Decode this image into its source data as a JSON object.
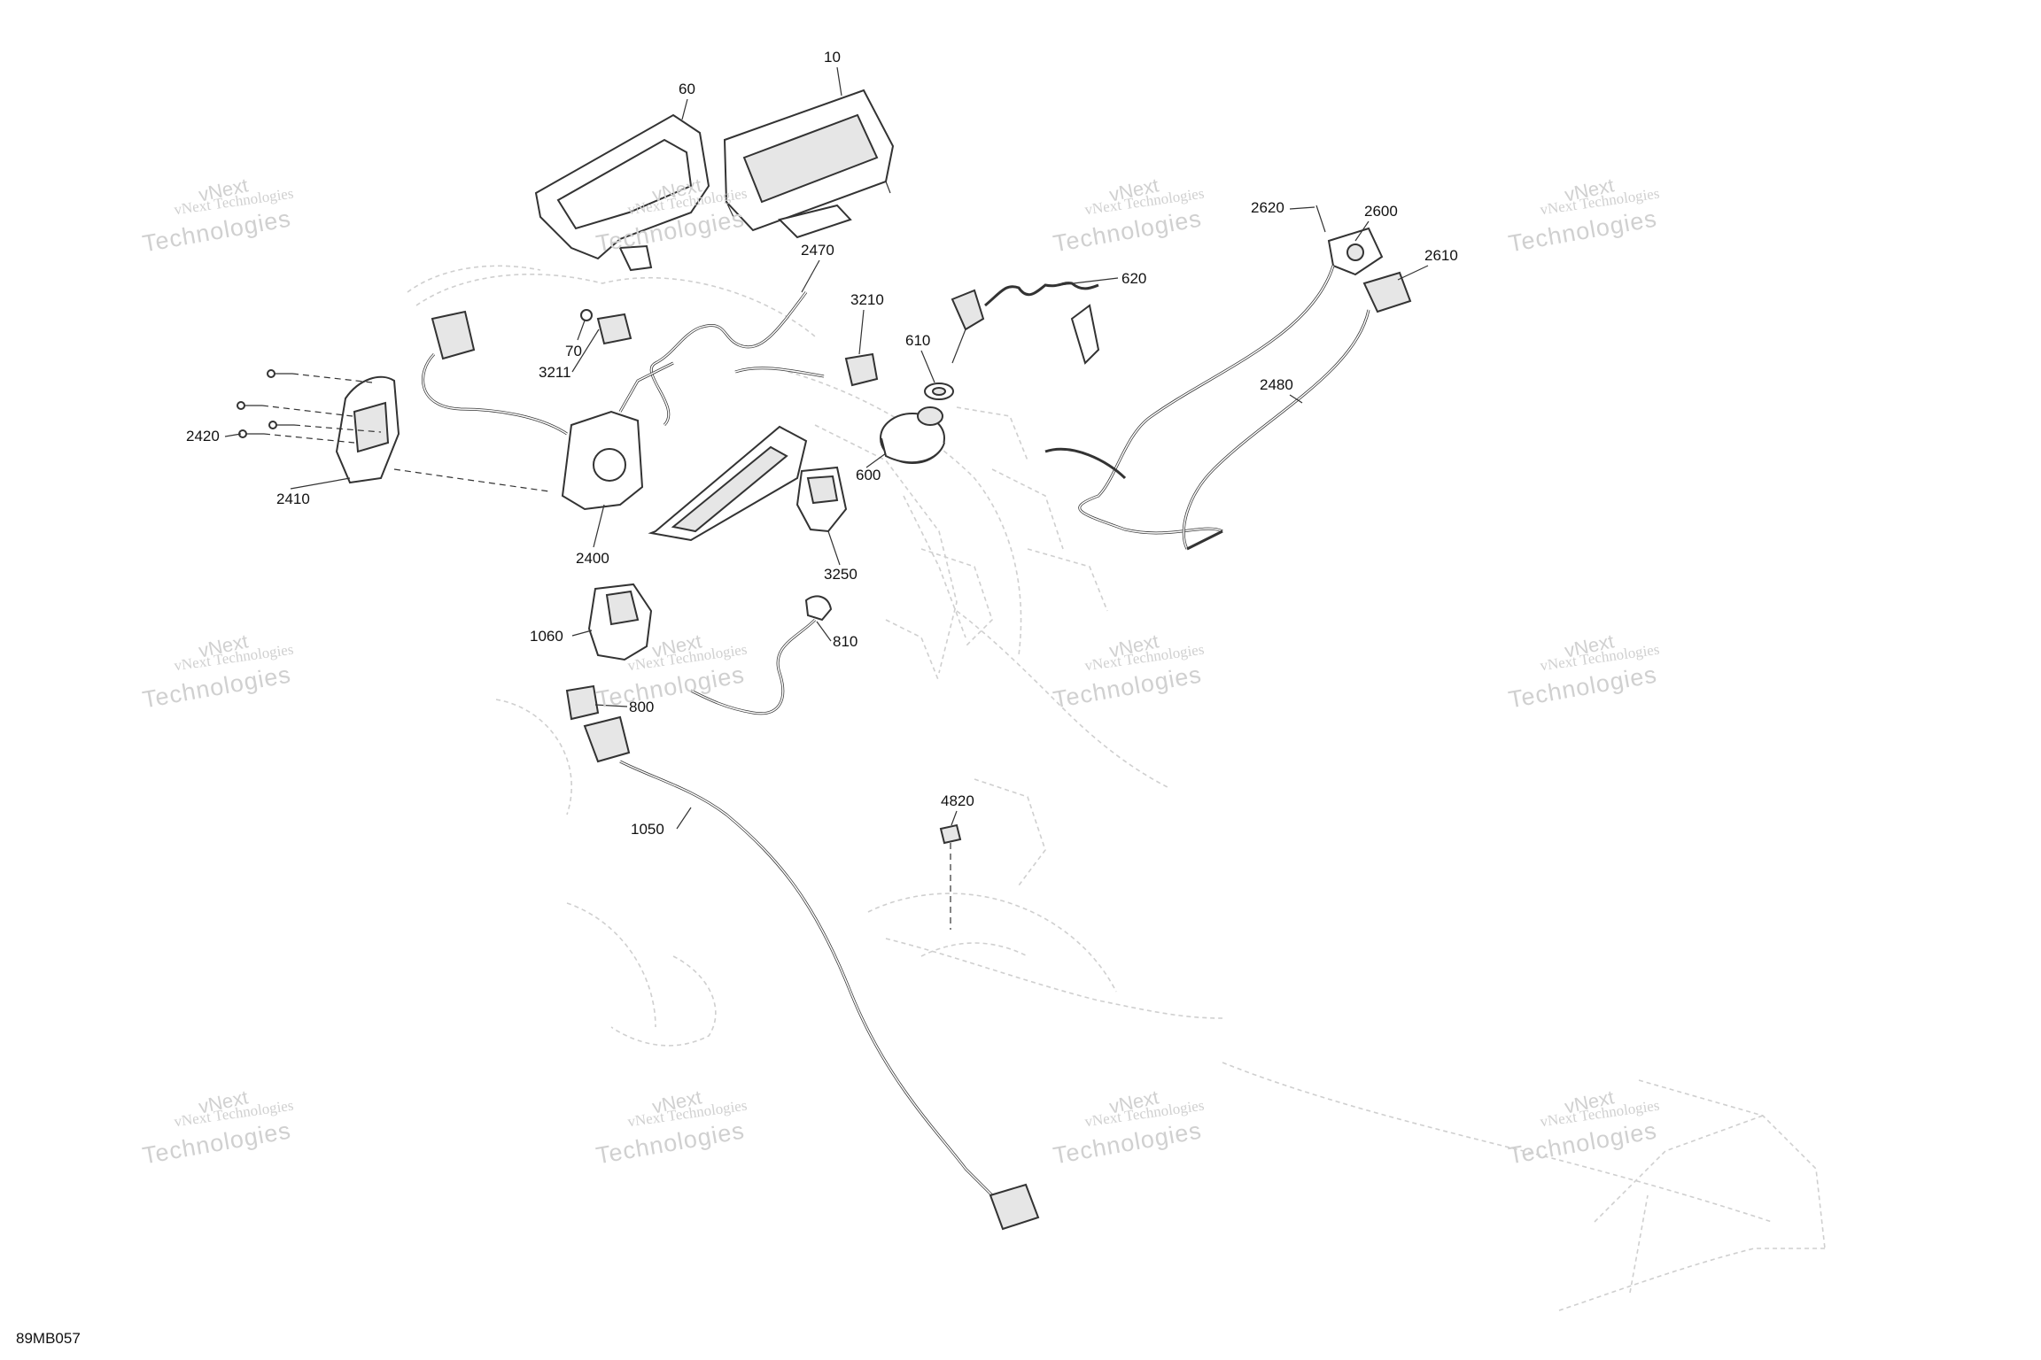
{
  "figure_code": "89MB057",
  "watermark": {
    "line1": "vNext Technologies",
    "line2": "Technologies",
    "line3": "vNext"
  },
  "callouts": [
    {
      "id": "c10",
      "label": "10"
    },
    {
      "id": "c60",
      "label": "60"
    },
    {
      "id": "c70",
      "label": "70"
    },
    {
      "id": "c2470",
      "label": "2470"
    },
    {
      "id": "c3210",
      "label": "3210"
    },
    {
      "id": "c3211",
      "label": "3211"
    },
    {
      "id": "c2420",
      "label": "2420"
    },
    {
      "id": "c2410",
      "label": "2410"
    },
    {
      "id": "c2400",
      "label": "2400"
    },
    {
      "id": "c610",
      "label": "610"
    },
    {
      "id": "c620",
      "label": "620"
    },
    {
      "id": "c600",
      "label": "600"
    },
    {
      "id": "c3250",
      "label": "3250"
    },
    {
      "id": "c2620",
      "label": "2620"
    },
    {
      "id": "c2600",
      "label": "2600"
    },
    {
      "id": "c2610",
      "label": "2610"
    },
    {
      "id": "c2480",
      "label": "2480"
    },
    {
      "id": "c1060",
      "label": "1060"
    },
    {
      "id": "c810",
      "label": "810"
    },
    {
      "id": "c800",
      "label": "800"
    },
    {
      "id": "c1050",
      "label": "1050"
    },
    {
      "id": "c4820",
      "label": "4820"
    }
  ]
}
